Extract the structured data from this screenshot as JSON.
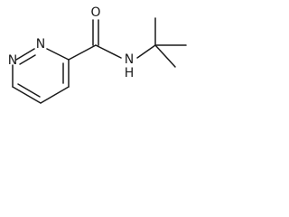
{
  "molecule": {
    "atoms": {
      "n1": "N",
      "n2": "N",
      "o": "O",
      "nh": "N",
      "h": "H"
    }
  }
}
